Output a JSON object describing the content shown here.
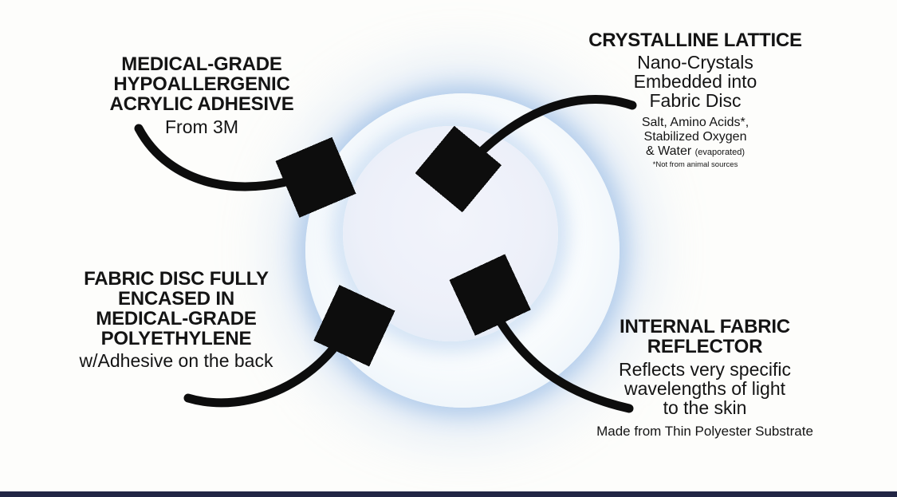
{
  "colors": {
    "background": "#fdfdfb",
    "footer": "#222645",
    "arrow": "#0d0d0d",
    "text": "#141414",
    "disc_glow": "#a8c5e9",
    "disc_ring": "#f4f8fd",
    "disc_inner": "#edf0f9"
  },
  "callouts": {
    "top_left": {
      "heading_lines": [
        "MEDICAL-GRADE",
        "HYPOALLERGENIC",
        "ACRYLIC ADHESIVE"
      ],
      "subtext": "From 3M"
    },
    "top_right": {
      "heading": "CRYSTALLINE LATTICE",
      "subtext_lines": [
        "Nano-Crystals",
        "Embedded into",
        "Fabric Disc"
      ],
      "detail_lines": [
        "Salt, Amino Acids*,",
        "Stabilized Oxygen"
      ],
      "detail_water": "& Water",
      "detail_water_suffix": "(evaporated)",
      "footnote": "*Not from animal sources"
    },
    "bottom_left": {
      "heading_lines": [
        "FABRIC DISC FULLY",
        "ENCASED IN",
        "MEDICAL-GRADE",
        "POLYETHYLENE"
      ],
      "subtext": "w/Adhesive on the back"
    },
    "bottom_right": {
      "heading_lines": [
        "INTERNAL FABRIC",
        "REFLECTOR"
      ],
      "subtext_lines": [
        "Reflects very specific",
        "wavelengths of light",
        "to the skin"
      ],
      "detail": "Made from Thin Polyester Substrate"
    }
  }
}
